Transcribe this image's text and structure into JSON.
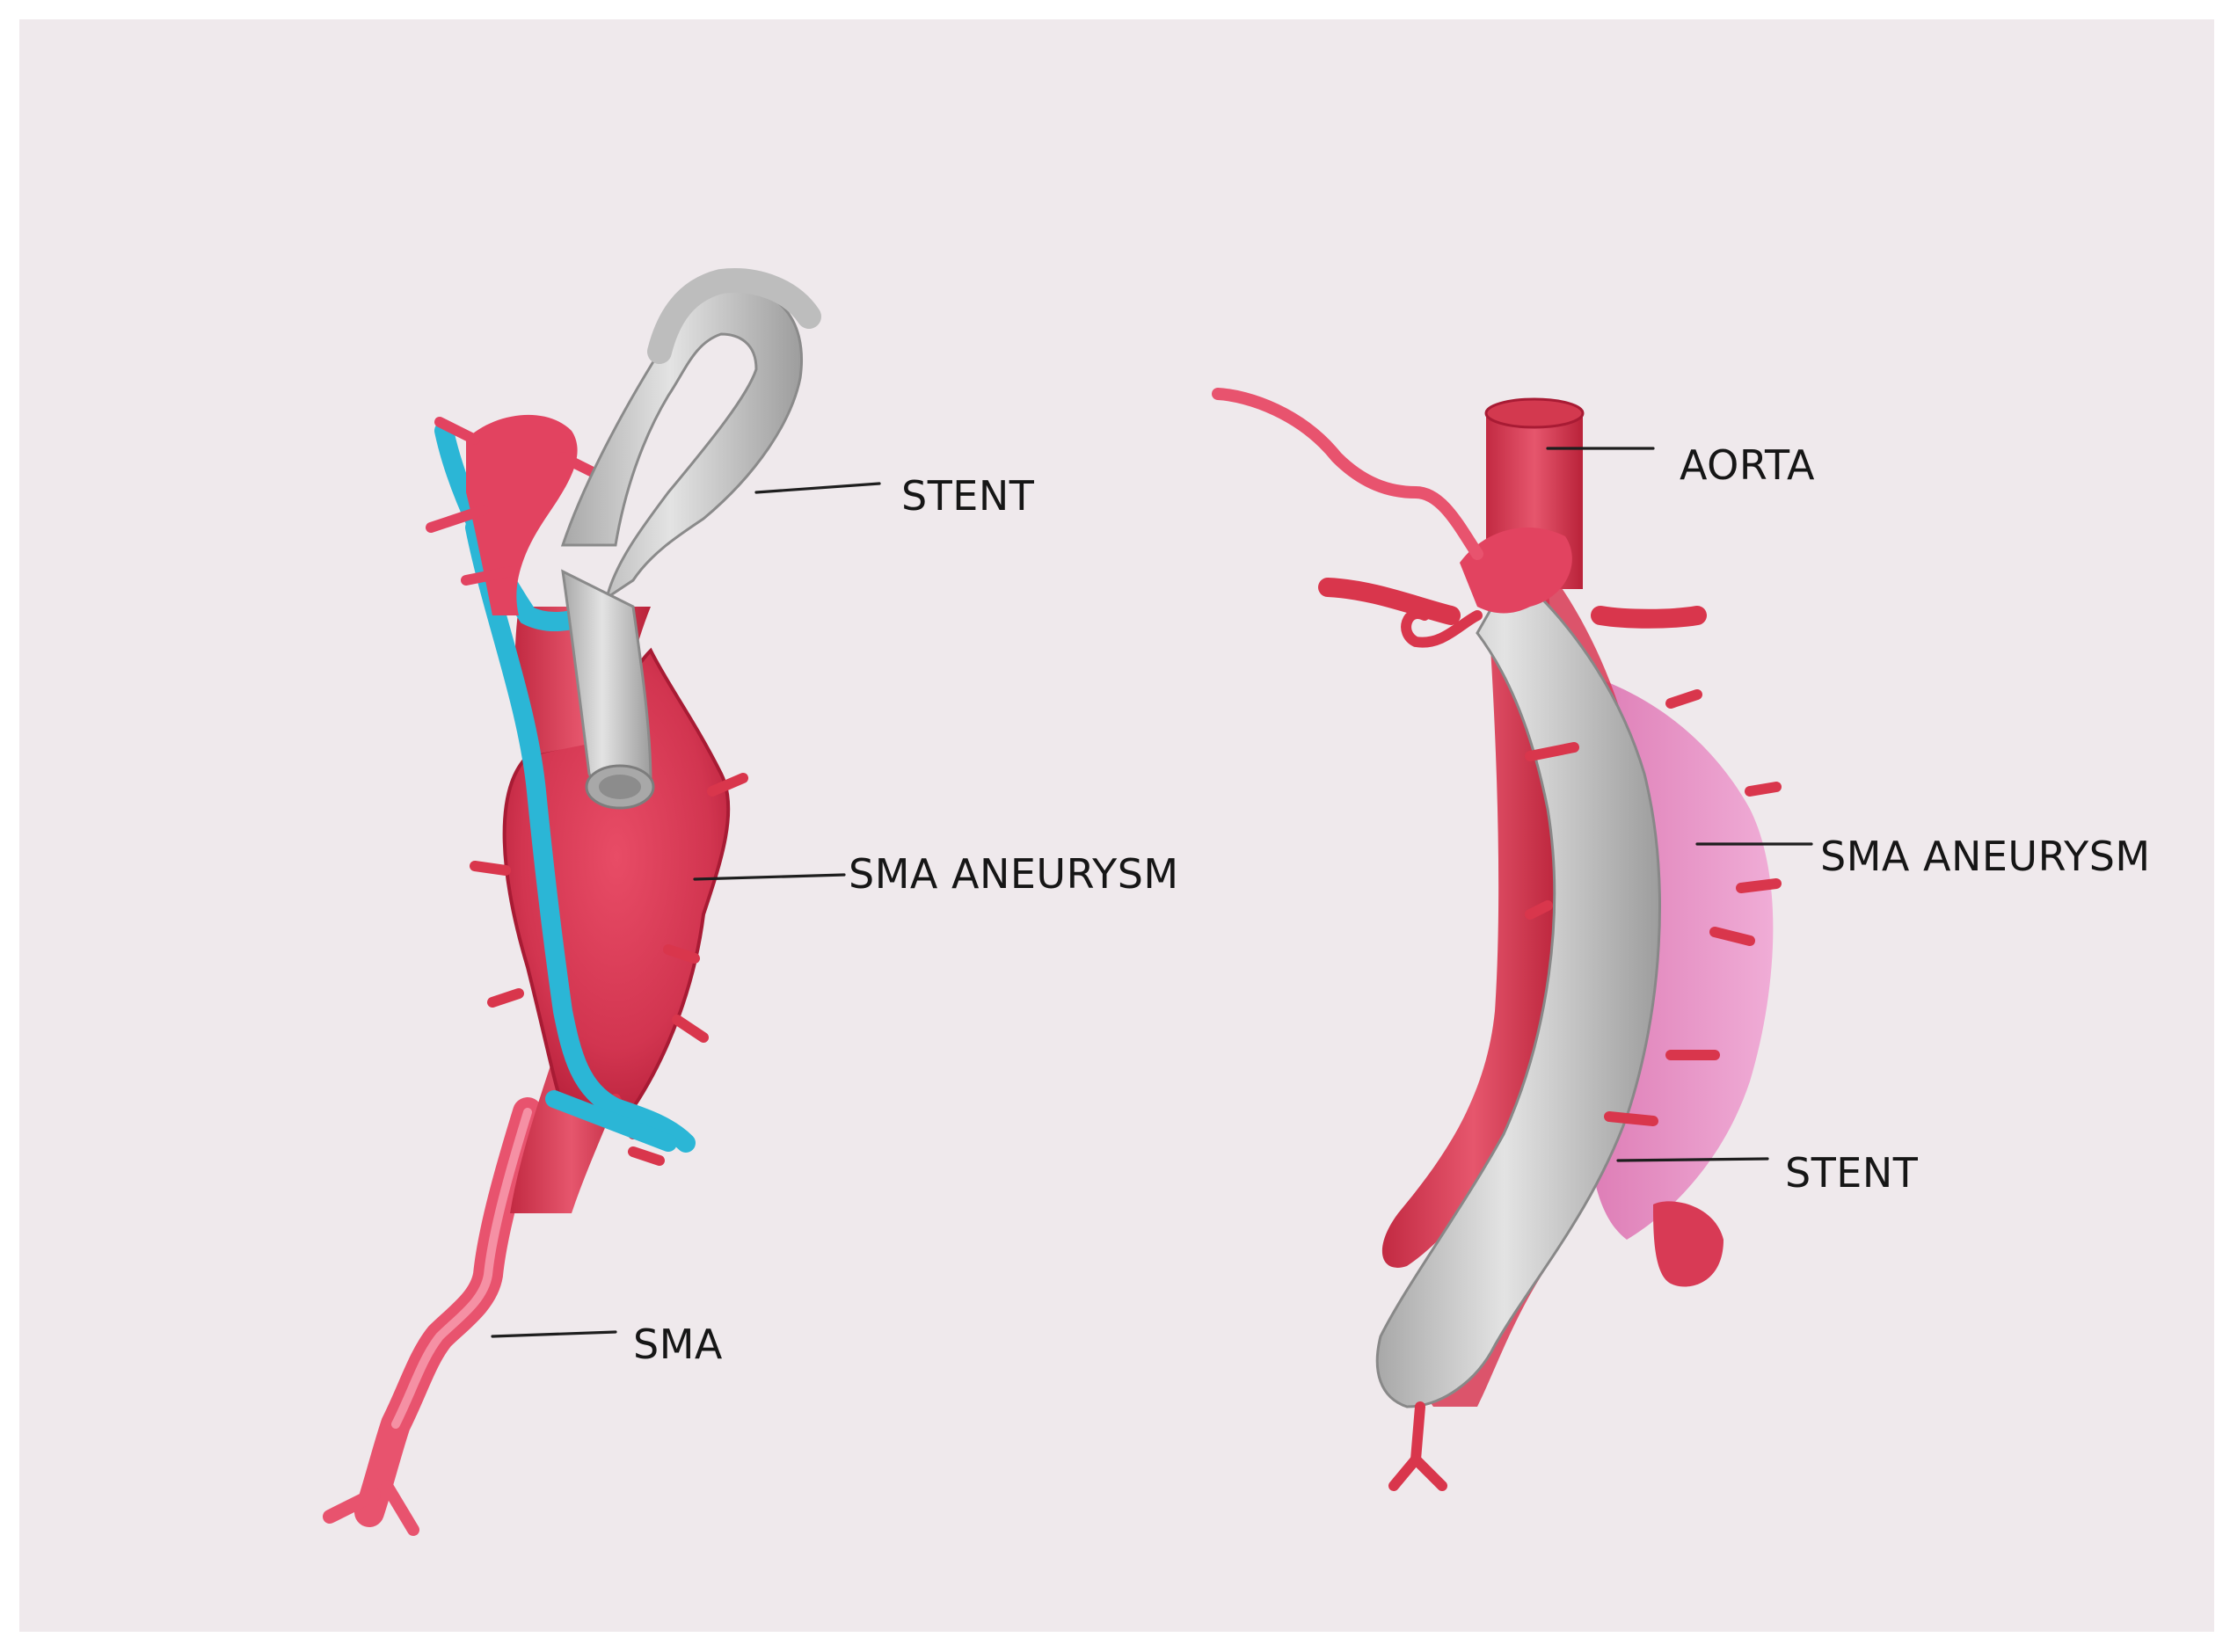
{
  "labels": {
    "left_stent": "STENT",
    "left_aneurysm": "SMA ANEURYSM",
    "left_sma": "SMA",
    "right_aorta": "AORTA",
    "right_aneurysm": "SMA ANEURYSM",
    "right_stent": "STENT"
  },
  "colors": {
    "paper": "#efe9ec",
    "artery": "#d9364c",
    "artery_light": "#ee6d83",
    "artery_dark": "#b7243a",
    "vein": "#2bb6d6",
    "stent": "#c9c9c9",
    "stent_dark": "#9a9a9a",
    "aneurysm_pink": "#e27ab9"
  }
}
